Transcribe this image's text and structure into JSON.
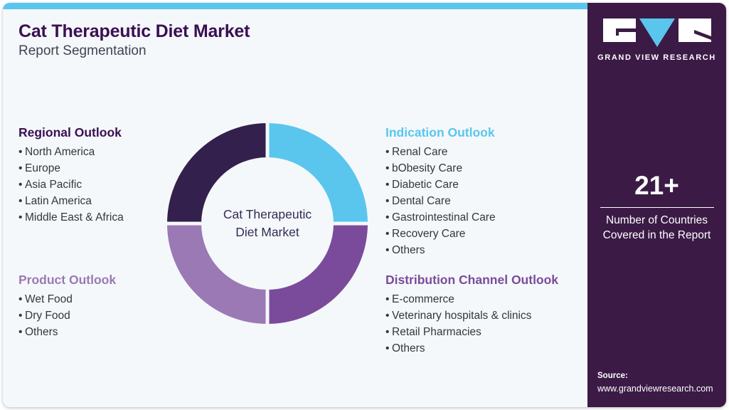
{
  "header": {
    "title": "Cat Therapeutic Diet Market",
    "subtitle": "Report Segmentation"
  },
  "colors": {
    "accent_blue": "#5ac6ee",
    "dark_purple": "#34204c",
    "medium_purple": "#7b4b9b",
    "light_purple": "#9b79b5",
    "sidebar_purple": "#3b1b46",
    "title_purple": "#3b0f52",
    "card_background": "#f4f8fa"
  },
  "donut": {
    "center_line1": "Cat Therapeutic",
    "center_line2": "Diet Market"
  },
  "chart_data": {
    "type": "pie",
    "title": "Cat Therapeutic Diet Market",
    "subtitle": "Report Segmentation",
    "categories": [
      "Indication Outlook",
      "Distribution Channel Outlook",
      "Product Outlook",
      "Regional Outlook"
    ],
    "values": [
      25,
      25,
      25,
      25
    ],
    "colors": [
      "#5ac6ee",
      "#7b4b9b",
      "#9b79b5",
      "#34204c"
    ],
    "legend_position": "none",
    "grid": false,
    "center_label": "Cat Therapeutic Diet Market"
  },
  "segments": {
    "regional": {
      "heading": "Regional Outlook",
      "heading_color": "#3b0f52",
      "items": [
        "North America",
        "Europe",
        "Asia Pacific",
        "Latin America",
        "Middle East & Africa"
      ]
    },
    "product": {
      "heading": "Product Outlook",
      "heading_color": "#9b79b5",
      "items": [
        "Wet Food",
        "Dry Food",
        "Others"
      ]
    },
    "indication": {
      "heading": "Indication Outlook",
      "heading_color": "#5ac6ee",
      "items": [
        "Renal Care",
        "bObesity Care",
        "Diabetic Care",
        "Dental Care",
        "Gastrointestinal Care",
        "Recovery Care",
        "Others"
      ]
    },
    "distribution": {
      "heading": "Distribution Channel Outlook",
      "heading_color": "#7b4b9b",
      "items": [
        "E-commerce",
        "Veterinary hospitals & clinics",
        "Retail Pharmacies",
        "Others"
      ]
    }
  },
  "sidebar": {
    "logo_text": "GRAND VIEW RESEARCH",
    "stat_number": "21+",
    "stat_line1": "Number of Countries",
    "stat_line2": "Covered in the Report",
    "source_label": "Source:",
    "source_url": "www.grandviewresearch.com"
  }
}
